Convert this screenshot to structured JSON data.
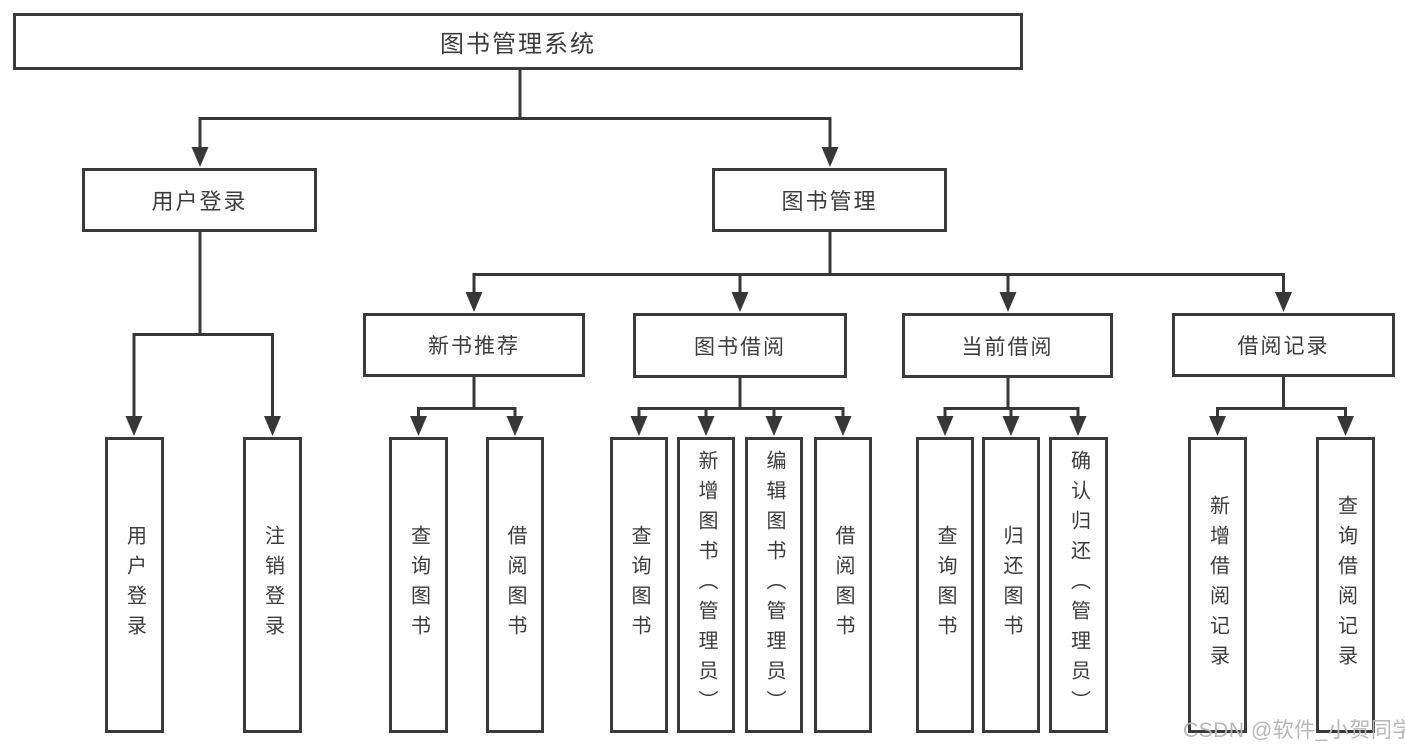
{
  "diagram": {
    "root": {
      "label": "图书管理系统"
    },
    "level2": [
      {
        "label": "用户登录"
      },
      {
        "label": "图书管理"
      }
    ],
    "level3": [
      {
        "label": "新书推荐"
      },
      {
        "label": "图书借阅"
      },
      {
        "label": "当前借阅"
      },
      {
        "label": "借阅记录"
      }
    ],
    "leaves": [
      {
        "label": "用户登录"
      },
      {
        "label": "注销登录"
      },
      {
        "label": "查询图书"
      },
      {
        "label": "借阅图书"
      },
      {
        "label": "查询图书"
      },
      {
        "label": "新增图书（管理员）"
      },
      {
        "label": "编辑图书（管理员）"
      },
      {
        "label": "借阅图书"
      },
      {
        "label": "查询图书"
      },
      {
        "label": "归还图书"
      },
      {
        "label": "确认归还（管理员）"
      },
      {
        "label": "新增借阅记录"
      },
      {
        "label": "查询借阅记录"
      }
    ]
  },
  "watermark": {
    "text": "CSDN @软件_小贺同学"
  },
  "colors": {
    "line": "#373737",
    "border": "#3a3a3a",
    "text": "#3b3b3b",
    "watermark": "#b7b7b7",
    "background": "#ffffff"
  }
}
